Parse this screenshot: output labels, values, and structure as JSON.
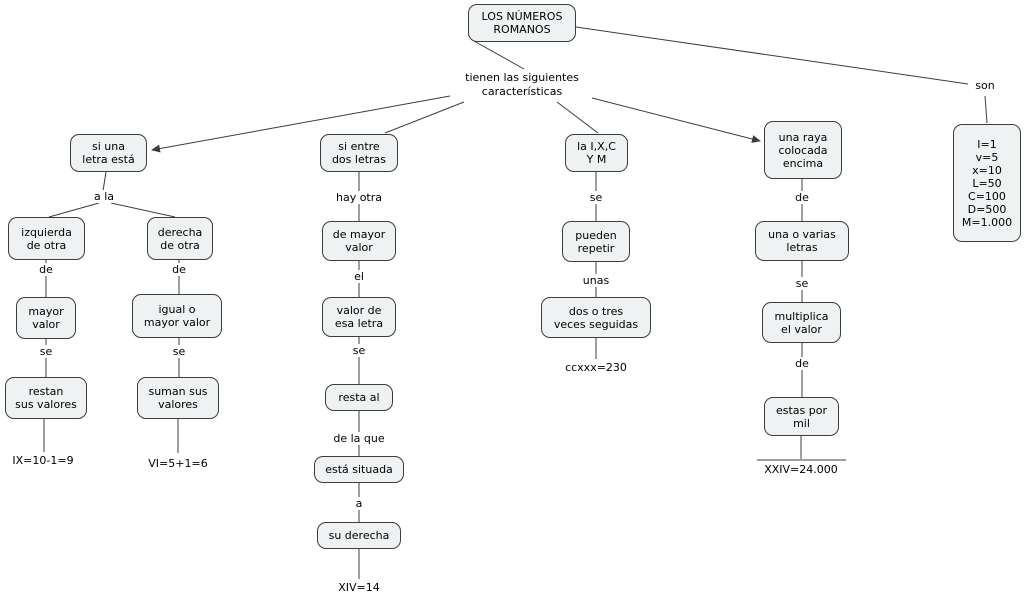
{
  "colors": {
    "node_fill": "#eef2f2",
    "node_border": "#3c3c3c",
    "line": "#3c3c3c",
    "background": "#ffffff"
  },
  "title": "LOS NÚMEROS\nROMANOS",
  "characteristics_label": "tienen las siguientes\ncaracterísticas",
  "son_label": "son",
  "values_box": "I=1\nv=5\nx=10\nL=50\nC=100\nD=500\nM=1.000",
  "branch_left": {
    "head": "si una\nletra está",
    "split_label": "a la",
    "izquierda": {
      "box1": "izquierda\nde otra",
      "link1": "de",
      "box2": "mayor\nvalor",
      "link2": "se",
      "box3": "restan\nsus valores",
      "example": "IX=10-1=9"
    },
    "derecha": {
      "box1": "derecha\nde otra",
      "link1": "de",
      "box2": "igual o\nmayor valor",
      "link2": "se",
      "box3": "suman sus\nvalores",
      "example": "VI=5+1=6"
    }
  },
  "branch_between": {
    "head": "si entre\ndos letras",
    "link1": "hay otra",
    "box2": "de mayor\nvalor",
    "link2": "el",
    "box3": "valor de\nesa letra",
    "link3": "se",
    "box4": "resta al",
    "link4": "de la que",
    "box5": "está situada",
    "link5": "a",
    "box6": "su derecha",
    "example": "XIV=14"
  },
  "branch_repeat": {
    "head": "la I,X,C\nY M",
    "link1": "se",
    "box2": "pueden\nrepetir",
    "link2": "unas",
    "box3": "dos o tres\nveces seguidas",
    "example": "ccxxx=230"
  },
  "branch_raya": {
    "head": "una raya\ncolocada\nencima",
    "link1": "de",
    "box2": "una o varias\nletras",
    "link2": "se",
    "box3": "multiplica\nel valor",
    "link3": "de",
    "box4": "estas por\nmil",
    "example": "XXIV=24.000"
  }
}
